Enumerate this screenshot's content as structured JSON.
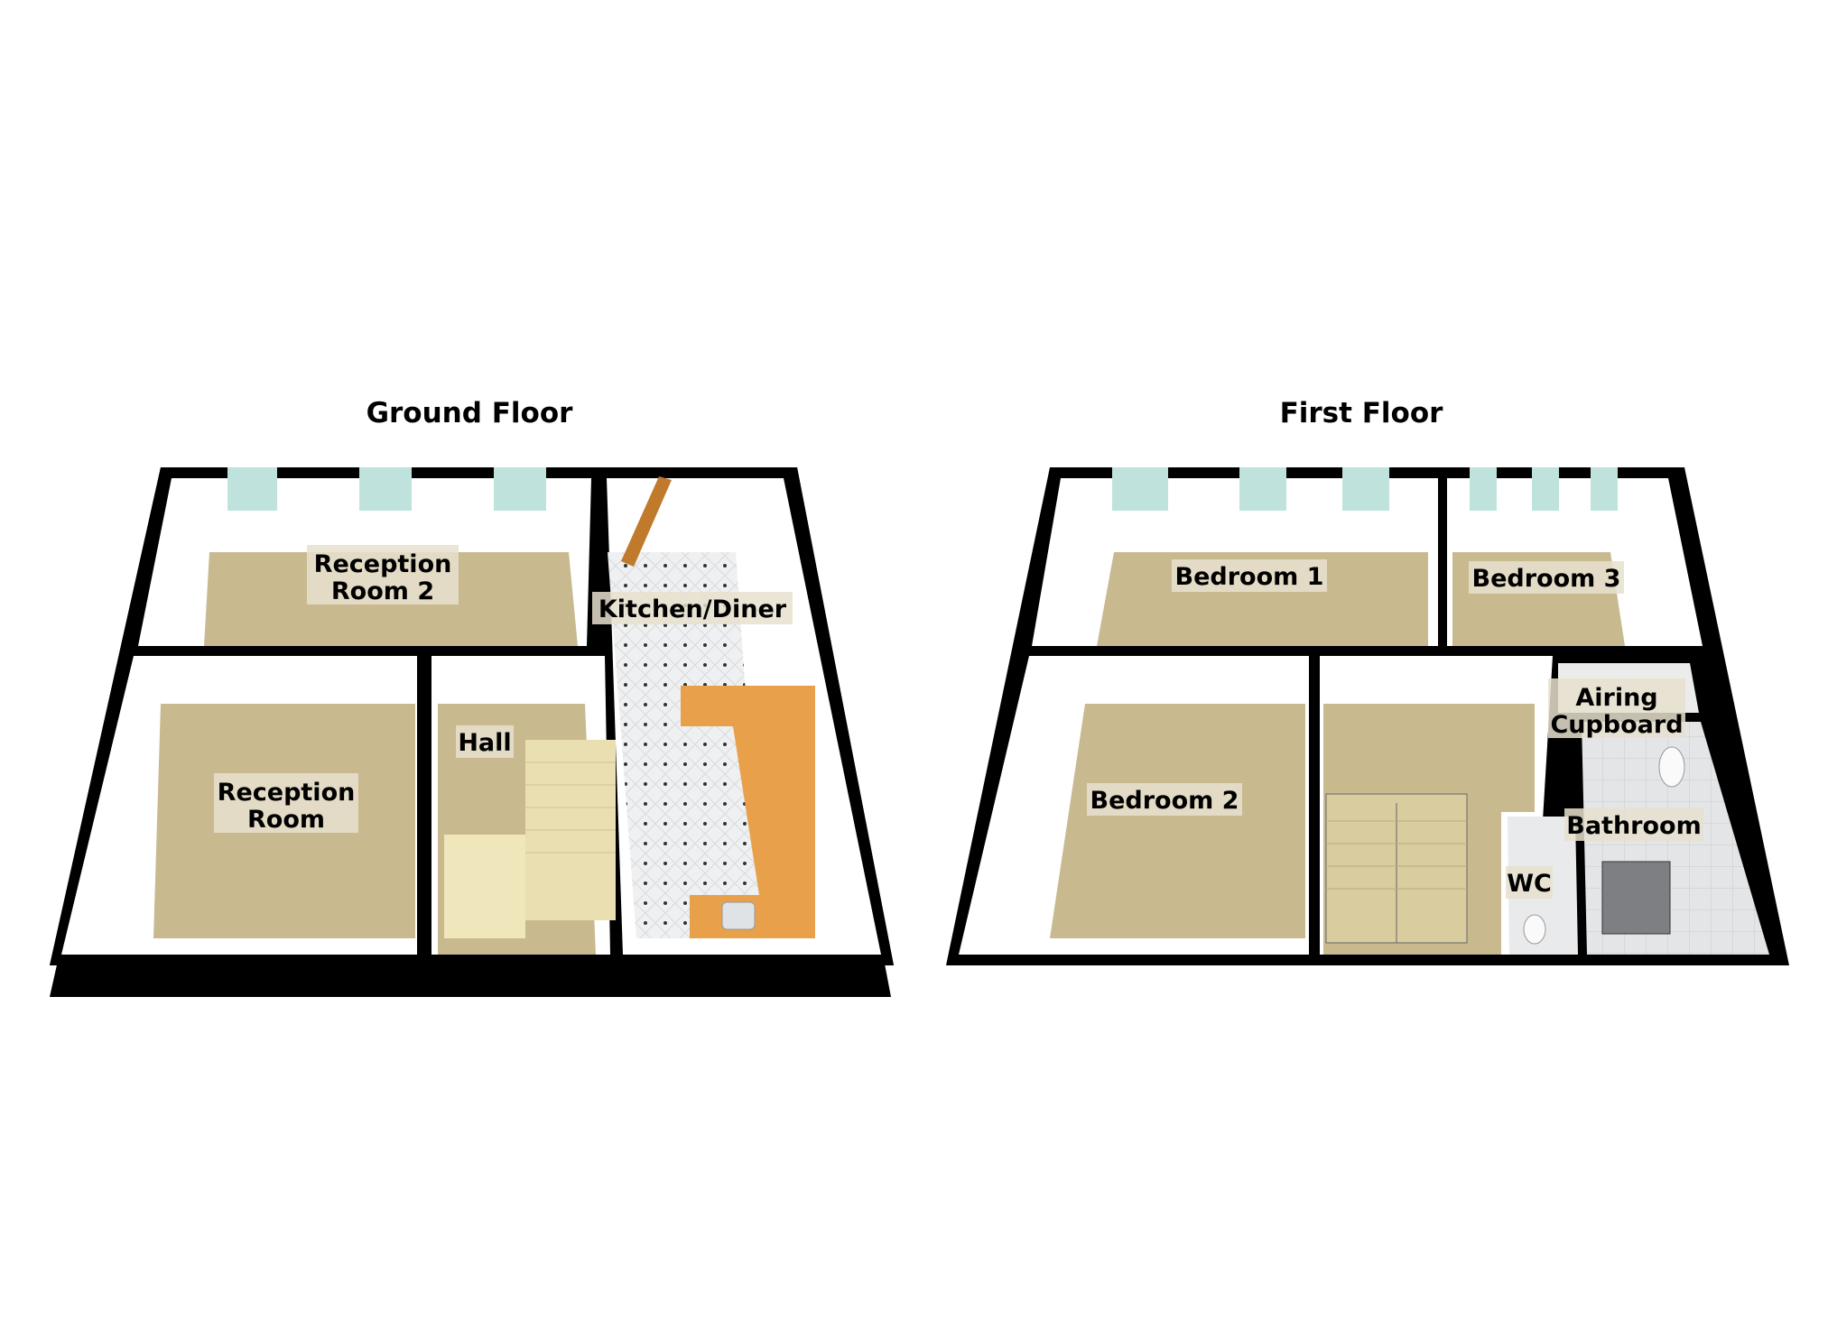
{
  "floors": {
    "ground": {
      "title": "Ground Floor",
      "rooms": {
        "reception_room_2": [
          "Reception",
          "Room 2"
        ],
        "kitchen_diner": "Kitchen/Diner",
        "hall": "Hall",
        "reception_room": [
          "Reception",
          "Room"
        ]
      }
    },
    "first": {
      "title": "First Floor",
      "rooms": {
        "bedroom_1": "Bedroom 1",
        "bedroom_3": "Bedroom 3",
        "bedroom_2": "Bedroom 2",
        "airing_cupboard": [
          "Airing",
          "Cupboard"
        ],
        "bathroom": "Bathroom",
        "wc": "WC"
      }
    }
  },
  "colors": {
    "carpet": "#c8b98f",
    "wall": "#000000",
    "window": "#bfe3dc",
    "worktop": "#e8a04a",
    "tile": "#e4e6e8"
  }
}
